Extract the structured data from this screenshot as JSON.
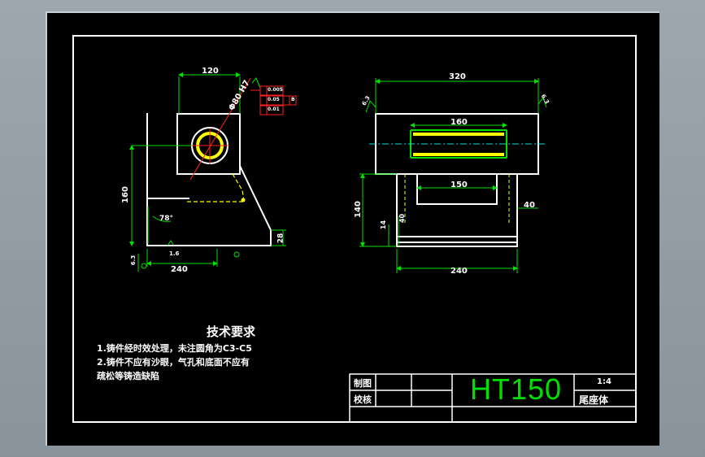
{
  "tech_requirements": {
    "title": "技术要求",
    "items": [
      "1.铸件经时效处理，未注圆角为C3-C5",
      "2.铸件不应有沙眼，气孔和底面不应有",
      "疏松等铸造缺陷"
    ]
  },
  "title_block": {
    "drawn_label": "制图",
    "checked_label": "校核",
    "material": "HT150",
    "scale": "1:4",
    "part_name": "尾座体"
  },
  "dimensions": {
    "left_view": {
      "width_top": "120",
      "height": "160",
      "base_width": "240",
      "base_height": "28",
      "angle": "78°",
      "bore": "Φ80 H7",
      "roughness_base": "1.6",
      "roughness_left": "6.3",
      "tol_1": "0.005",
      "tol_2": "0.05",
      "tol_2_ref": "B",
      "tol_3": "0.01"
    },
    "right_view": {
      "overall_width": "320",
      "inner_width": "160",
      "slot_width": "150",
      "side": "40",
      "height": "140",
      "small_1": "14",
      "small_2": "40",
      "base_width": "240",
      "roughness_left": "6.3",
      "roughness_right": "6.3"
    }
  },
  "colors": {
    "outline": "#ffffff",
    "dimension": "#00e000",
    "annotation": "#ff2020",
    "hidden": "#ffff00",
    "centerline": "#00e0e0",
    "frame": "#ffffff"
  }
}
